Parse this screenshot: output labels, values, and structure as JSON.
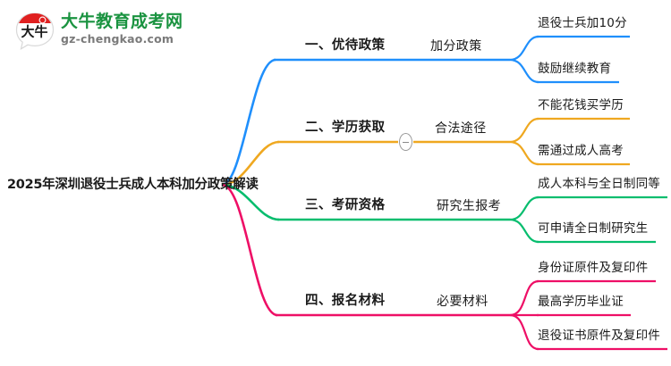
{
  "logo": {
    "mark_text": "大牛",
    "name": "大牛教育成考网",
    "url": "gz-chengkao.com",
    "name_color": "#1a9340",
    "mark_color": "#e02020"
  },
  "mindmap": {
    "root": {
      "label": "2025年深圳退役士兵成人本科加分政策解读"
    },
    "branches": [
      {
        "index": "1",
        "label": "一、优待政策",
        "color": "#1f8ffc",
        "mid": {
          "label": "加分政策",
          "collapsed": false
        },
        "leaves": [
          {
            "label": "退役士兵加10分"
          },
          {
            "label": "鼓励继续教育"
          }
        ]
      },
      {
        "index": "2",
        "label": "二、学历获取",
        "color": "#efa820",
        "mid": {
          "label": "合法途径",
          "collapsed": false
        },
        "toggle": {
          "name": "collapse-toggle",
          "state": "minus"
        },
        "leaves": [
          {
            "label": "不能花钱买学历"
          },
          {
            "label": "需通过成人高考"
          }
        ]
      },
      {
        "index": "3",
        "label": "三、考研资格",
        "color": "#07bd6e",
        "mid": {
          "label": "研究生报考",
          "collapsed": false
        },
        "leaves": [
          {
            "label": "成人本科与全日制同等"
          },
          {
            "label": "可申请全日制研究生"
          }
        ]
      },
      {
        "index": "4",
        "label": "四、报名材料",
        "color": "#ee0f66",
        "mid": {
          "label": "必要材料",
          "collapsed": false
        },
        "leaves": [
          {
            "label": "身份证原件及复印件"
          },
          {
            "label": "最高学历毕业证"
          },
          {
            "label": "退役证书原件及复印件"
          }
        ]
      }
    ]
  }
}
